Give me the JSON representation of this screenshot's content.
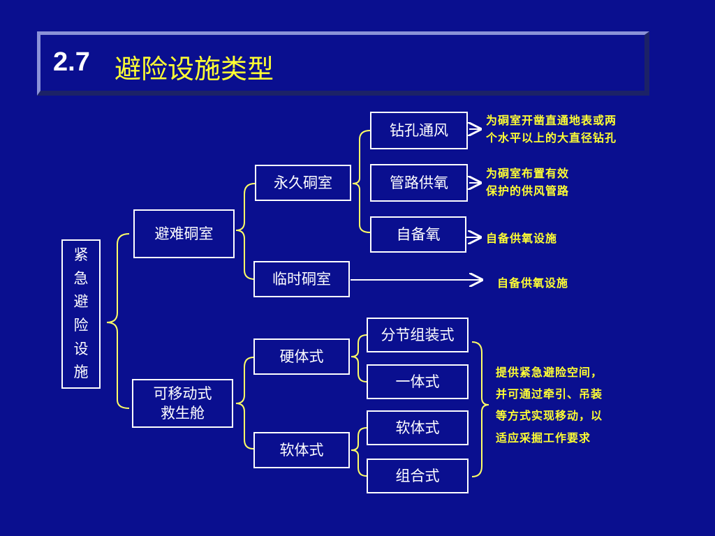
{
  "title": {
    "number": "2.7",
    "text": "避险设施类型"
  },
  "nodes": {
    "root": "紧急避险设施",
    "refuge_chamber": "避难硐室",
    "mobile_capsule_line1": "可移动式",
    "mobile_capsule_line2": "救生舱",
    "permanent_chamber": "永久硐室",
    "temporary_chamber": "临时硐室",
    "rigid": "硬体式",
    "soft": "软体式",
    "drill_ventilation": "钻孔通风",
    "pipe_oxygen": "管路供氧",
    "self_oxygen": "自备氧",
    "segmented": "分节组装式",
    "integrated": "一体式",
    "soft_type": "软体式",
    "combined": "组合式"
  },
  "notes": {
    "drill_line1": "为硐室开凿直通地表或两",
    "drill_line2": "个水平以上的大直径钻孔",
    "pipe_line1": "为硐室布置有效",
    "pipe_line2": "保护的供风管路",
    "self_oxygen": "自备供氧设施",
    "temporary": "自备供氧设施",
    "capsule_line1": "提供紧急避险空间，",
    "capsule_line2": "并可通过牵引、吊装",
    "capsule_line3": "等方式实现移动，以",
    "capsule_line4": "适应采掘工作要求"
  },
  "colors": {
    "background": "#0a0f8f",
    "title": "#ffff33",
    "bracket": "#ffff66",
    "box_border": "#ffffff"
  }
}
